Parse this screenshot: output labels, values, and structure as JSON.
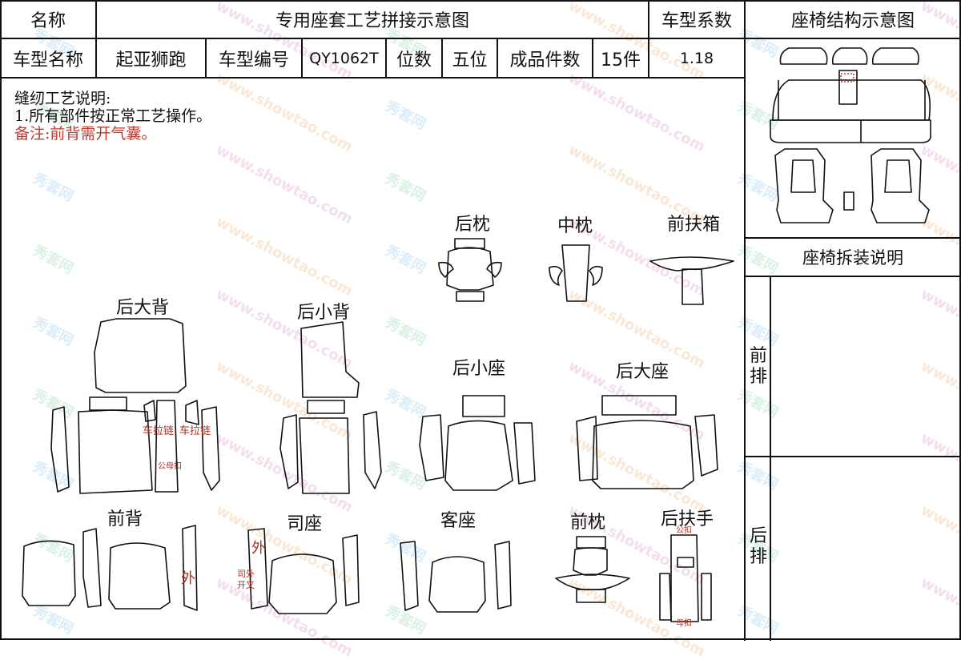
{
  "header": {
    "name_label": "名称",
    "title": "专用座套工艺拼接示意图",
    "coef_label": "车型系数",
    "structure_title": "座椅结构示意图"
  },
  "info": {
    "model_name_label": "车型名称",
    "model_name": "起亚狮跑",
    "model_code_label": "车型编号",
    "model_code": "QY1062T",
    "seats_label": "位数",
    "seats": "五位",
    "pieces_label": "成品件数",
    "pieces": "15件",
    "coef": "1.18"
  },
  "notes": {
    "heading": "缝纫工艺说明:",
    "line1": "1.所有部件按正常工艺操作。",
    "remark": "备注:前背需开气囊。"
  },
  "parts": {
    "rear_headrest": "后枕",
    "mid_headrest": "中枕",
    "front_armbox": "前扶箱",
    "rear_big_back": "后大背",
    "rear_small_back": "后小背",
    "rear_small_seat": "后小座",
    "rear_big_seat": "后大座",
    "front_back": "前背",
    "driver_seat": "司座",
    "passenger_seat": "客座",
    "front_headrest": "前枕",
    "rear_armrest": "后扶手"
  },
  "annotations": {
    "zipper_left": "车拉链",
    "zipper_right": "车拉链",
    "gong_mu": "公母扣",
    "wai_front": "外",
    "wai_driver": "外",
    "driver_side_open": "司外开叉",
    "gong_kou": "公扣",
    "mu_kou": "母扣"
  },
  "right_panel": {
    "removal_title": "座椅拆装说明",
    "front_row": "前排",
    "rear_row": "后排"
  },
  "watermark": {
    "brand": "秀套网",
    "url": "www.showtao.com"
  },
  "colors": {
    "line": "#111111",
    "remark_red": "#c0392b",
    "watermark_colors": [
      "#3aa0e0",
      "#c44aa8",
      "#3cb371",
      "#e67e22"
    ]
  }
}
